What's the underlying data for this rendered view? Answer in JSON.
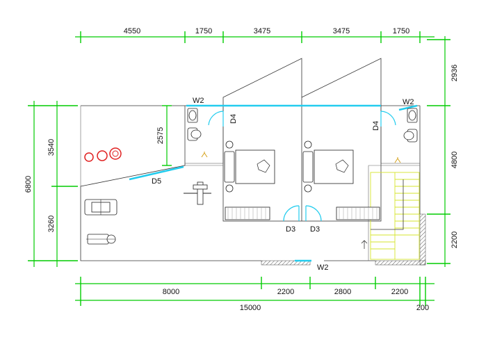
{
  "dimensions": {
    "top": [
      "4550",
      "1750",
      "3475",
      "3475",
      "1750"
    ],
    "bottom_row1": [
      "8000",
      "2200",
      "2800",
      "2200"
    ],
    "bottom_total": "15000",
    "bottom_extra": "200",
    "left_outer": "6800",
    "left_inner": [
      "3540",
      "3260"
    ],
    "right": [
      "2936",
      "4800",
      "2200"
    ],
    "interior": "2575"
  },
  "labels": {
    "w2_top_left": "W2",
    "w2_top_right": "W2",
    "w2_bottom": "W2",
    "d4_left": "D4",
    "d4_right": "D4",
    "d5": "D5",
    "d3_left": "D3",
    "d3_right": "D3"
  },
  "colors": {
    "dimension": "#00cc00",
    "glazing": "#22ccee",
    "stairs": "#d6e52c",
    "fitness": "#e02020"
  }
}
